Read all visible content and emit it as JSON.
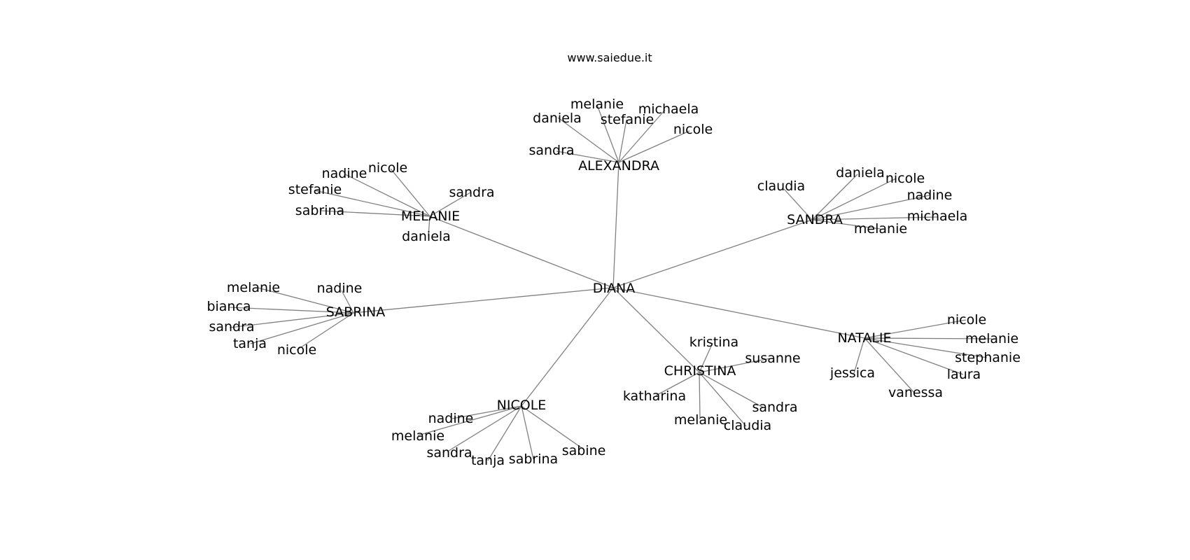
{
  "title": "www.saiedue.it",
  "center": "DIANA",
  "hubs": [
    {
      "id": "alexandra",
      "label": "ALEXANDRA",
      "leaves": [
        "melanie",
        "daniela",
        "stefanie",
        "michaela",
        "nicole",
        "sandra"
      ]
    },
    {
      "id": "melanie",
      "label": "MELANIE",
      "leaves": [
        "nicole",
        "nadine",
        "stefanie",
        "sabrina",
        "sandra",
        "daniela"
      ]
    },
    {
      "id": "sandra",
      "label": "SANDRA",
      "leaves": [
        "claudia",
        "daniela",
        "nicole",
        "nadine",
        "michaela",
        "melanie"
      ]
    },
    {
      "id": "sabrina",
      "label": "SABRINA",
      "leaves": [
        "melanie",
        "nadine",
        "bianca",
        "sandra",
        "tanja",
        "nicole"
      ]
    },
    {
      "id": "natalie",
      "label": "NATALIE",
      "leaves": [
        "nicole",
        "melanie",
        "stephanie",
        "laura",
        "jessica",
        "vanessa"
      ]
    },
    {
      "id": "christina",
      "label": "CHRISTINA",
      "leaves": [
        "kristina",
        "susanne",
        "katharina",
        "sandra",
        "melanie",
        "claudia"
      ]
    },
    {
      "id": "nicole",
      "label": "NICOLE",
      "leaves": [
        "nadine",
        "melanie",
        "sandra",
        "tanja",
        "sabrina",
        "sabine"
      ]
    }
  ]
}
